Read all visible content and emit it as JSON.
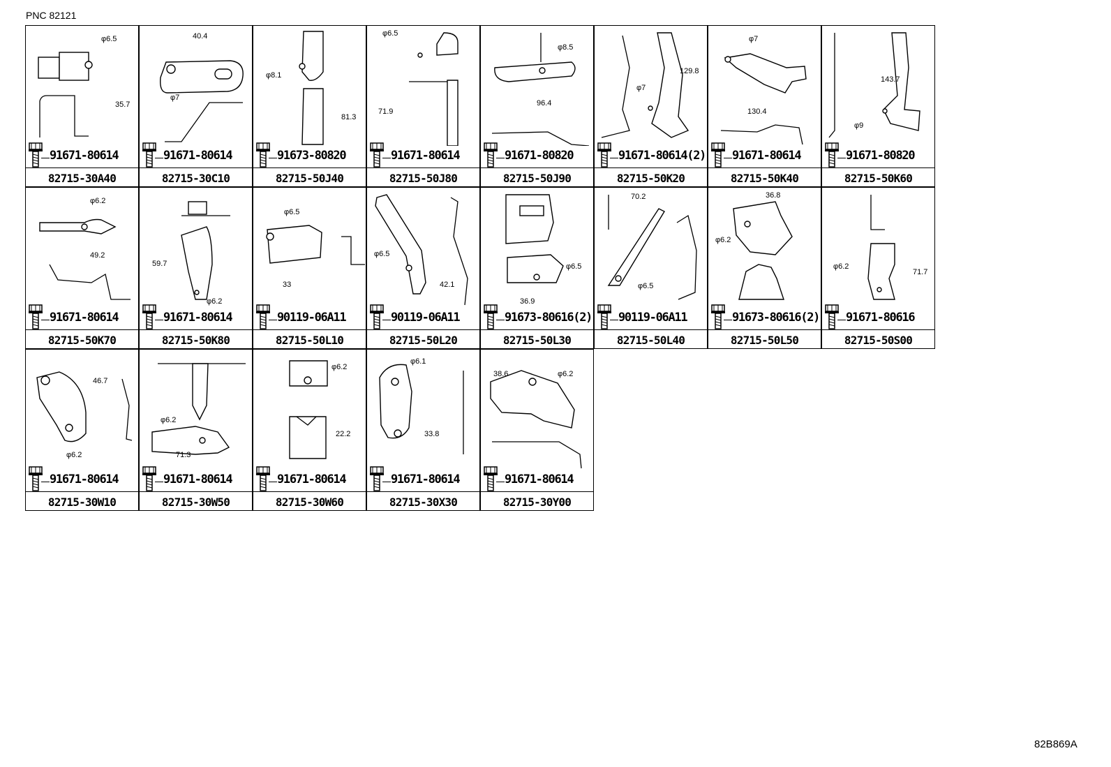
{
  "header": {
    "pnc": "PNC 82121"
  },
  "footer": {
    "figure_id": "82B869A"
  },
  "cells": [
    {
      "part": "82715-30A40",
      "bolt": "91671-80614",
      "dims": [
        "φ6.5",
        "35.7"
      ]
    },
    {
      "part": "82715-30C10",
      "bolt": "91671-80614",
      "dims": [
        "40.4",
        "φ7"
      ]
    },
    {
      "part": "82715-50J40",
      "bolt": "91673-80820",
      "dims": [
        "φ8.1",
        "81.3"
      ]
    },
    {
      "part": "82715-50J80",
      "bolt": "91671-80614",
      "dims": [
        "φ6.5",
        "71.9"
      ]
    },
    {
      "part": "82715-50J90",
      "bolt": "91671-80820",
      "dims": [
        "φ8.5",
        "96.4"
      ]
    },
    {
      "part": "82715-50K20",
      "bolt": "91671-80614(2)",
      "dims": [
        "129.8",
        "φ7"
      ]
    },
    {
      "part": "82715-50K40",
      "bolt": "91671-80614",
      "dims": [
        "φ7",
        "130.4"
      ]
    },
    {
      "part": "82715-50K60",
      "bolt": "91671-80820",
      "dims": [
        "143.7",
        "φ9"
      ]
    },
    {
      "part": "82715-50K70",
      "bolt": "91671-80614",
      "dims": [
        "φ6.2",
        "49.2"
      ]
    },
    {
      "part": "82715-50K80",
      "bolt": "91671-80614",
      "dims": [
        "59.7",
        "φ6.2"
      ]
    },
    {
      "part": "82715-50L10",
      "bolt": "90119-06A11",
      "dims": [
        "φ6.5",
        "33"
      ]
    },
    {
      "part": "82715-50L20",
      "bolt": "90119-06A11",
      "dims": [
        "φ6.5",
        "42.1"
      ]
    },
    {
      "part": "82715-50L30",
      "bolt": "91673-80616(2)",
      "dims": [
        "φ6.5",
        "36.9"
      ]
    },
    {
      "part": "82715-50L40",
      "bolt": "90119-06A11",
      "dims": [
        "70.2",
        "φ6.5"
      ]
    },
    {
      "part": "82715-50L50",
      "bolt": "91673-80616(2)",
      "dims": [
        "36.8",
        "φ6.2"
      ]
    },
    {
      "part": "82715-50S00",
      "bolt": "91671-80616",
      "dims": [
        "φ6.2",
        "71.7"
      ]
    },
    {
      "part": "82715-30W10",
      "bolt": "91671-80614",
      "dims": [
        "46.7",
        "φ6.2"
      ]
    },
    {
      "part": "82715-30W50",
      "bolt": "91671-80614",
      "dims": [
        "φ6.2",
        "71.3"
      ]
    },
    {
      "part": "82715-30W60",
      "bolt": "91671-80614",
      "dims": [
        "φ6.2",
        "22.2"
      ]
    },
    {
      "part": "82715-30X30",
      "bolt": "91671-80614",
      "dims": [
        "φ6.1",
        "33.8"
      ]
    },
    {
      "part": "82715-30Y00",
      "bolt": "91671-80614",
      "dims": [
        "38.6",
        "φ6.2"
      ]
    }
  ]
}
